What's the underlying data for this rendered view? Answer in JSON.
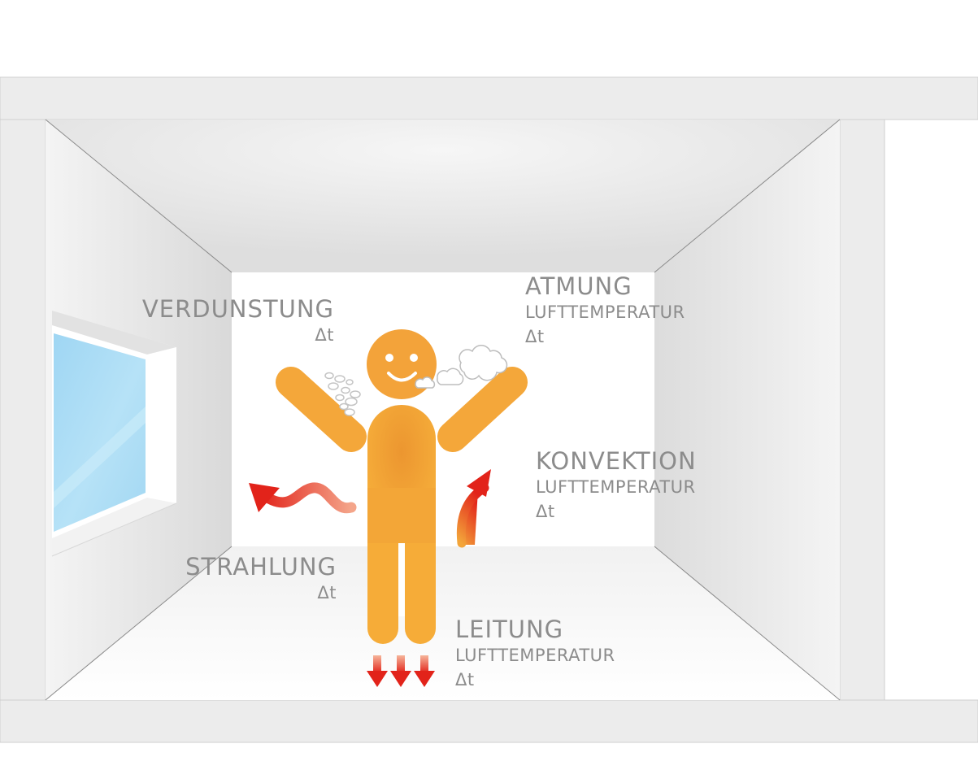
{
  "labels": {
    "verdunstung": {
      "title": "VERDUNSTUNG",
      "delta": "Δt"
    },
    "atmung": {
      "title": "ATMUNG",
      "sub": "LUFTTEMPERATUR",
      "delta": "Δt"
    },
    "konvektion": {
      "title": "KONVEKTION",
      "sub": "LUFTTEMPERATUR",
      "delta": "Δt"
    },
    "strahlung": {
      "title": "STRAHLUNG",
      "delta": "Δt"
    },
    "leitung": {
      "title": "LEITUNG",
      "sub": "LUFTTEMPERATUR",
      "delta": "Δt"
    }
  },
  "colors": {
    "figure": "#f4a73a",
    "arrow_red": "#e2231a",
    "wall_light": "#f7f7f7",
    "wall_mid": "#e4e4e4",
    "window_glass": "#a9dcf5",
    "text": "#8c8c8c"
  }
}
